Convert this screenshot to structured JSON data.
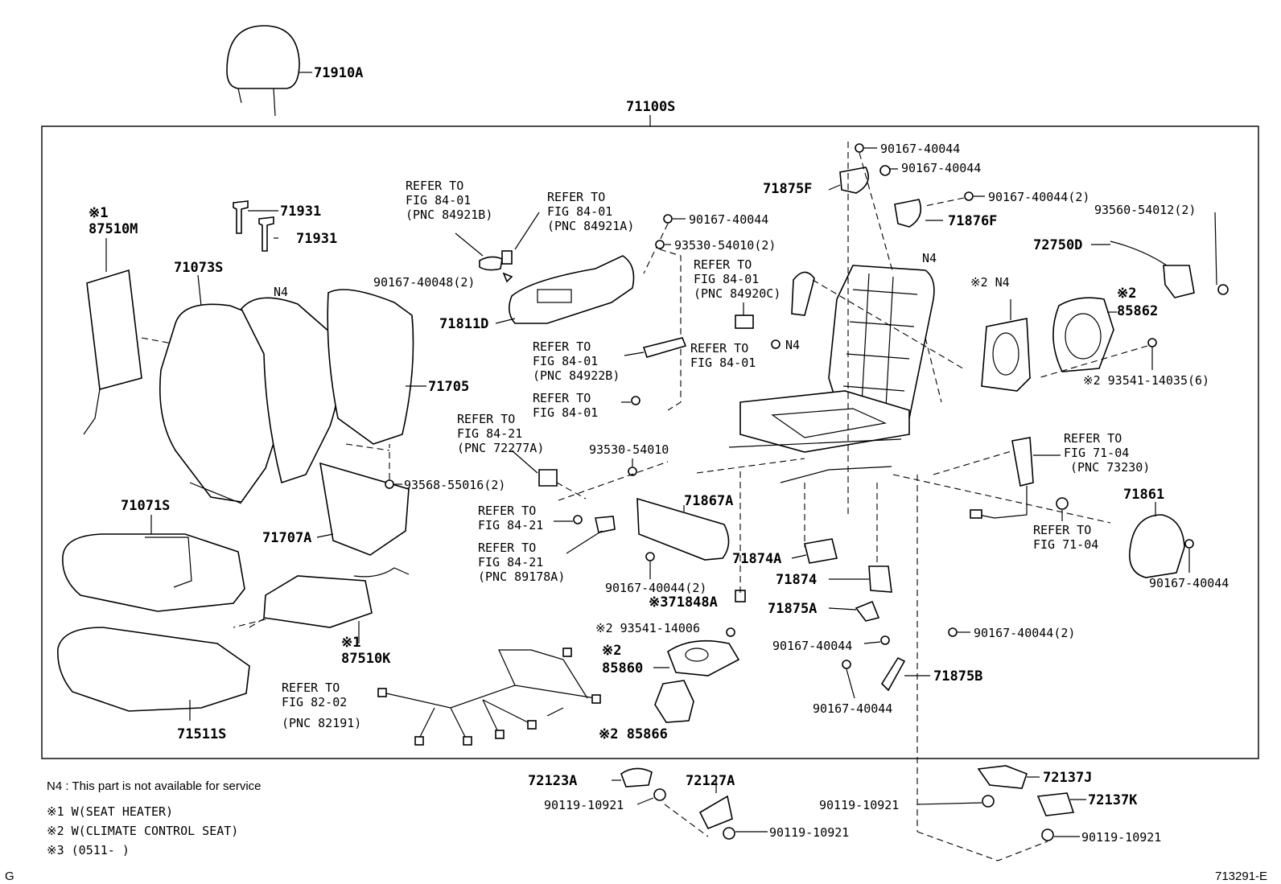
{
  "figure_code": "713291-E",
  "corner_letter": "G",
  "assembly_label": "71100S",
  "notes": {
    "n4": "N4 : This part is not available for service",
    "note1": "※1  W(SEAT HEATER)",
    "note2": "※2  W(CLIMATE CONTROL SEAT)",
    "note3": "※3 (0511-        )"
  },
  "parts": {
    "p71910A": "71910A",
    "p71931a": "71931",
    "p71931b": "71931",
    "p87510M_mark": "※1",
    "p87510M": "87510M",
    "p71073S": "71073S",
    "n4_a": "N4",
    "p71705": "71705",
    "p71071S": "71071S",
    "p71707A": "71707A",
    "p93568": "93568-55016(2)",
    "p87510K_mark": "※1",
    "p87510K": "87510K",
    "p71511S": "71511S",
    "p90167_40048": "90167-40048(2)",
    "p71811D": "71811D",
    "p90167_a": "90167-40044",
    "p93530_2": "93530-54010(2)",
    "p93530": "93530-54010",
    "p71867A": "71867A",
    "p90167_2a": "90167-40044(2)",
    "p71848A": "※371848A",
    "p93541_14006": "※2 93541-14006",
    "p85860_mark": "※2",
    "p85860": "85860",
    "p85866": "※2 85866",
    "p71875F": "71875F",
    "p71876F": "71876F",
    "p90167_b": "90167-40044",
    "p90167_c": "90167-40044",
    "p90167_2b": "90167-40044(2)",
    "n4_b": "N4",
    "n4_c": "N4",
    "n4_d": "※2 N4",
    "p93560": "93560-54012(2)",
    "p72750D": "72750D",
    "p85862_mark": "※2",
    "p85862": "85862",
    "p93541_14035": "※2 93541-14035(6)",
    "p71874A": "71874A",
    "p71874": "71874",
    "p71875A": "71875A",
    "p90167_d": "90167-40044",
    "p90167_2c": "90167-40044(2)",
    "p71875B": "71875B",
    "p90167_e": "90167-40044",
    "p71861": "71861",
    "p90167_f": "90167-40044",
    "p72123A": "72123A",
    "p90119_a": "90119-10921",
    "p72127A": "72127A",
    "p90119_b": "90119-10921",
    "p72137J": "72137J",
    "p72137K": "72137K",
    "p90119_c": "90119-10921",
    "p90119_d": "90119-10921"
  },
  "refs": {
    "r1": {
      "l1": "REFER TO",
      "l2": "FIG 84-01",
      "l3": "(PNC 84921B)"
    },
    "r2": {
      "l1": "REFER TO",
      "l2": "FIG 84-01",
      "l3": "(PNC 84921A)"
    },
    "r3": {
      "l1": "REFER TO",
      "l2": "FIG 84-01",
      "l3": "(PNC 84920C)"
    },
    "r4": {
      "l1": "REFER TO",
      "l2": "FIG 84-01",
      "l3": "(PNC 84922B)"
    },
    "r5": {
      "l1": "REFER TO",
      "l2": "FIG 84-01"
    },
    "r6": {
      "l1": "REFER TO",
      "l2": "FIG 84-01"
    },
    "r7": {
      "l1": "REFER TO",
      "l2": "FIG 84-21",
      "l3": "(PNC 72277A)"
    },
    "r8": {
      "l1": "REFER TO",
      "l2": "FIG 84-21"
    },
    "r9": {
      "l1": "REFER TO",
      "l2": "FIG 84-21",
      "l3": "(PNC 89178A)"
    },
    "r10": {
      "l1": "REFER TO",
      "l2": "FIG 82-02",
      "l3": "(PNC 82191)"
    },
    "r11": {
      "l1": "REFER TO",
      "l2": "FIG 71-04",
      "l3": "(PNC 73230)"
    },
    "r12": {
      "l1": "REFER TO",
      "l2": "FIG 71-04"
    }
  }
}
